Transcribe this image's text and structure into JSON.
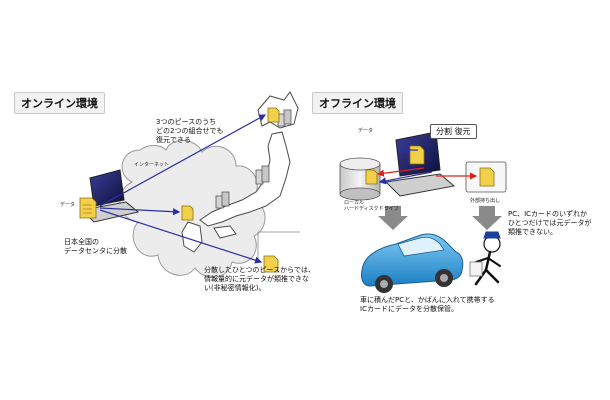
{
  "online": {
    "title": "オンライン環境",
    "pieces_note_line1": "3つのピースのうち",
    "pieces_note_line2": "どの2つの組合せでも",
    "pieces_note_line3": "復元できる",
    "internet_label": "インターネット",
    "data_label": "データ",
    "distribute_line1": "日本全国の",
    "distribute_line2": "データセンタに分散",
    "single_piece_line1": "分散したひとつのピースからでは、",
    "single_piece_line2": "情報量的に元データが類推できな",
    "single_piece_line3": "い(非秘密情報化)。"
  },
  "offline": {
    "title": "オフライン環境",
    "data_label": "データ",
    "split_restore": "分割 復元",
    "local_hdd_line1": "ローカル",
    "local_hdd_line2": "ハードディスクドライブ",
    "ic_card_label": "外部持ち出し",
    "ic_note_line1": "PC、ICカードのいずれか",
    "ic_note_line2": "ひとつだけでは元データが",
    "ic_note_line3": "類推できない。",
    "car_note_line1": "車に積んだPCと、かばんに入れて携帯する",
    "car_note_line2": "ICカードにデータを分散保管。"
  },
  "colors": {
    "arrow_blue": "#2b2fa6",
    "arrow_red": "#d9231f",
    "doc_yellow": "#f2d04a",
    "car_blue": "#3ba6e6",
    "gray_arrow": "#8a8a8a"
  }
}
